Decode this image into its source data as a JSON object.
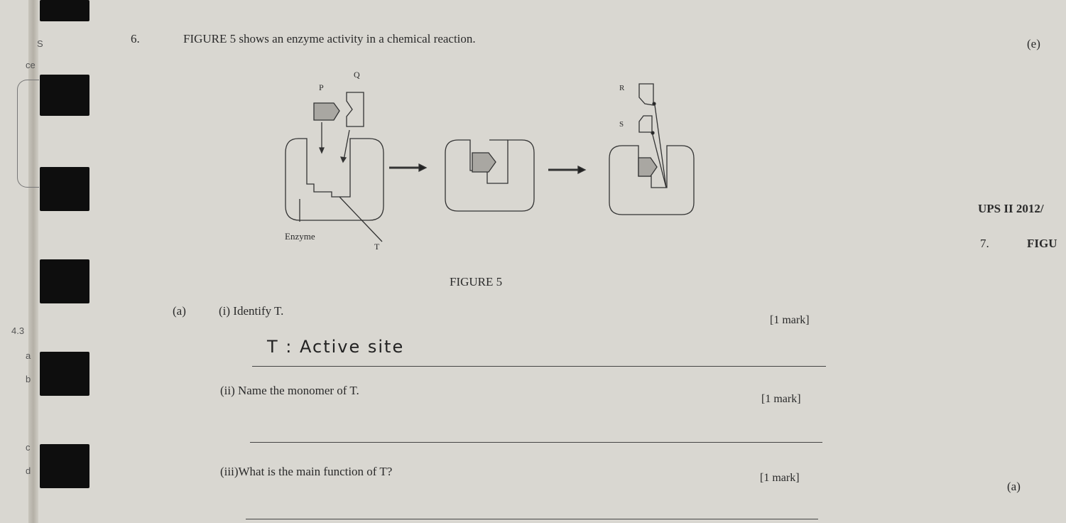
{
  "question": {
    "number": "6.",
    "stem": "FIGURE 5 shows an enzyme activity in a chemical reaction.",
    "figure_caption": "FIGURE 5",
    "diagram_labels": {
      "p": "P",
      "q": "Q",
      "r": "R",
      "s": "S",
      "enzyme": "Enzyme",
      "t": "T"
    },
    "part_a": "(a)",
    "sub_i": "(i) Identify T.",
    "sub_i_marks": "[1 mark]",
    "sub_i_answer": "T : Active site",
    "sub_ii": "(ii) Name the monomer of T.",
    "sub_ii_marks": "[1 mark]",
    "sub_iii": "(iii)What is the main function of T?",
    "sub_iii_marks": "[1 mark]"
  },
  "right_page": {
    "e_label": "(e)",
    "header": "UPS II 2012/",
    "q7_number": "7.",
    "q7_text": "FIGU",
    "a_label": "(a)"
  },
  "left_margin": {
    "labels": [
      "S",
      "ce",
      "4.3",
      "a",
      "b",
      "c",
      "d"
    ]
  }
}
